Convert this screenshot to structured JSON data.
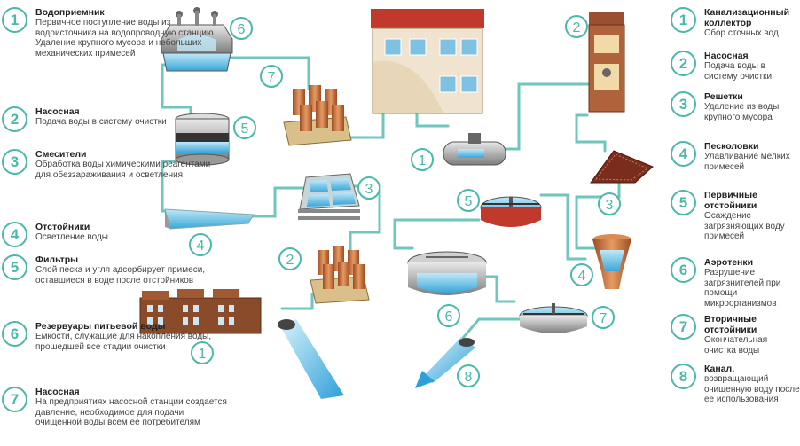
{
  "left_steps": [
    {
      "num": "1",
      "title": "Водоприемник",
      "desc": "Первичное поступление воды из водоисточника на водопроводную станцию. Удаление крупного мусора и небольших механических примесей"
    },
    {
      "num": "2",
      "title": "Насосная",
      "desc": "Подача воды в систему очистки"
    },
    {
      "num": "3",
      "title": "Смесители",
      "desc": "Обработка воды химическими реагентами для обеззараживания и осветления"
    },
    {
      "num": "4",
      "title": "Отстойники",
      "desc": "Осветление воды"
    },
    {
      "num": "5",
      "title": "Фильтры",
      "desc": "Слой песка и угля адсорбирует примеси, оставшиеся в воде после отстойников"
    },
    {
      "num": "6",
      "title": "Резервуары питьевой воды",
      "desc": "Емкости, служащие для накопления воды, прошедшей все стадии очистки"
    },
    {
      "num": "7",
      "title": "Насосная",
      "desc": "На предприятиях насосной станции создается давление, необходимое для подачи очищенной воды всем ее потребителям"
    }
  ],
  "right_steps": [
    {
      "num": "1",
      "title": "Канализационный коллектор",
      "desc": "Сбор сточных вод"
    },
    {
      "num": "2",
      "title": "Насосная",
      "desc": "Подача воды в систему очистки"
    },
    {
      "num": "3",
      "title": "Решетки",
      "desc": "Удаление из воды крупного мусора"
    },
    {
      "num": "4",
      "title": "Песколовки",
      "desc": "Улавливание мелких примесей"
    },
    {
      "num": "5",
      "title": "Первичные отстойники",
      "desc": "Осаждение загрязняющих воду примесей"
    },
    {
      "num": "6",
      "title": "Аэротенки",
      "desc": "Разрушение загрязнителей при помощи микроорганизмов"
    },
    {
      "num": "7",
      "title": "Вторичные отстойники",
      "desc": "Окончательная очистка воды"
    },
    {
      "num": "8",
      "title": "Канал,",
      "desc": "возвращающий очищенную воду после ее использования"
    }
  ],
  "diagram_labels": {
    "s1": "1",
    "s2": "2",
    "s3": "3",
    "s4": "4",
    "s5": "5",
    "s6": "6",
    "s7": "7",
    "r1": "1",
    "r2": "2",
    "r3": "3",
    "r4": "4",
    "r5": "5",
    "r6": "6",
    "r7": "7",
    "r8": "8"
  },
  "colors": {
    "accent": "#4bb8a9",
    "pipe": "#6fc6bd",
    "water": "#57b6e3",
    "brick": "#c26a3c"
  }
}
